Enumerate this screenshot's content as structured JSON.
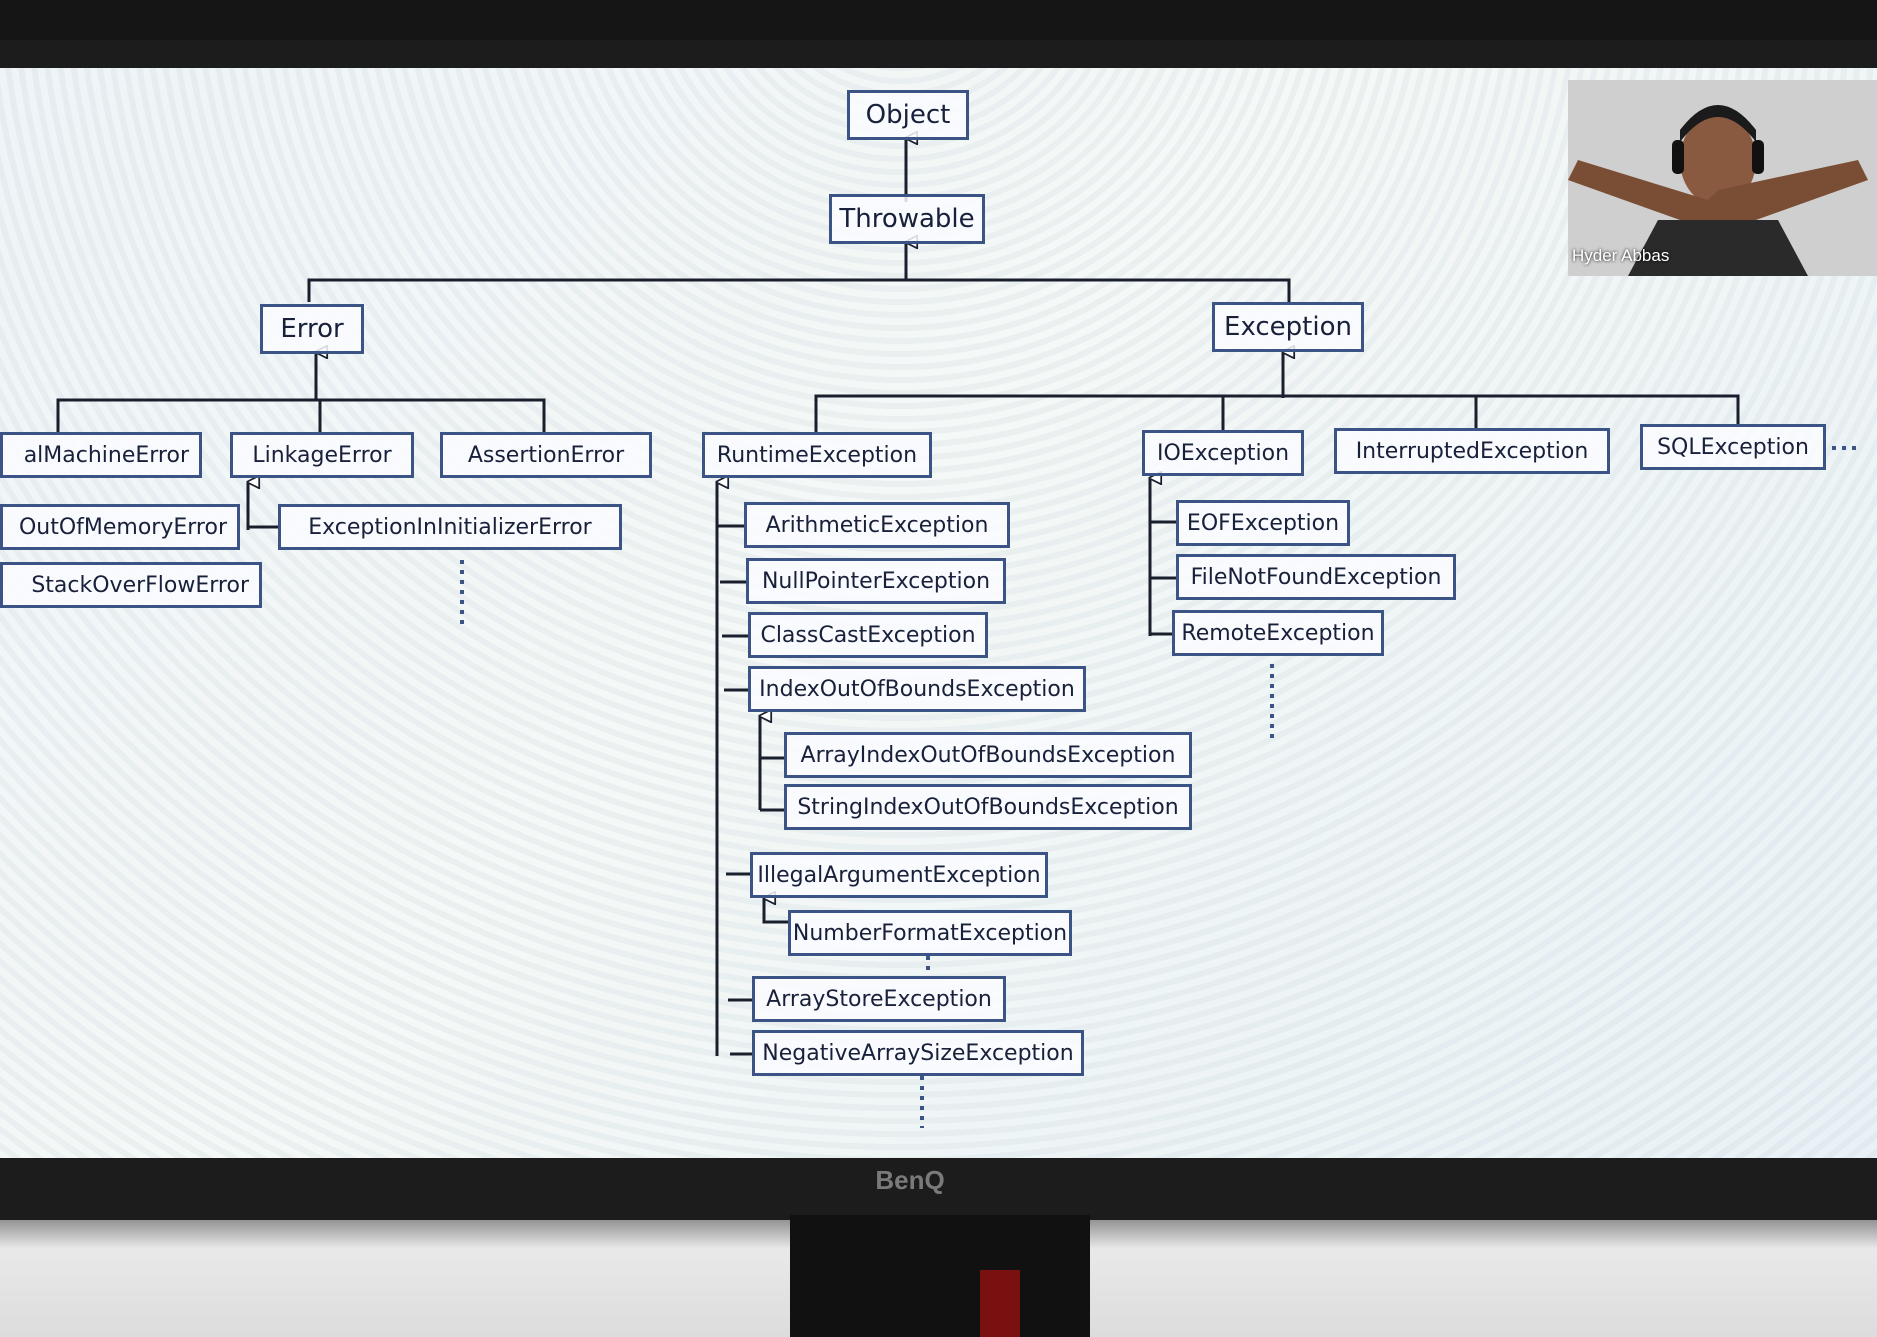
{
  "photo": {
    "monitor_brand": "BenQ",
    "webcam_name": "Hyder Abbas"
  },
  "diagram": {
    "root": "Object",
    "throwable": "Throwable",
    "error": {
      "label": "Error",
      "children": {
        "virtual_machine_error": "alMachineError",
        "linkage_error": "LinkageError",
        "assertion_error": "AssertionError",
        "out_of_memory_error": "OutOfMemoryError",
        "stack_overflow_error": "StackOverFlowError",
        "exception_in_initializer_error": "ExceptionInInitializerError"
      }
    },
    "exception": {
      "label": "Exception",
      "runtime": {
        "label": "RuntimeException",
        "arithmetic": "ArithmeticException",
        "null_pointer": "NullPointerException",
        "class_cast": "ClassCastException",
        "index_out_of_bounds": "IndexOutOfBoundsException",
        "array_index_out_of_bounds": "ArrayIndexOutOfBoundsException",
        "string_index_out_of_bounds": "StringIndexOutOfBoundsException",
        "illegal_argument": "IllegalArgumentException",
        "number_format": "NumberFormatException",
        "array_store": "ArrayStoreException",
        "negative_array_size": "NegativeArraySizeException"
      },
      "io": {
        "label": "IOException",
        "eof": "EOFException",
        "file_not_found": "FileNotFoundException",
        "remote": "RemoteException"
      },
      "interrupted": "InterruptedException",
      "sql": "SQLException"
    }
  },
  "colors": {
    "box_border": "#3c5385",
    "line": "#1a1f2e",
    "screen_bg": "#eef4f7"
  }
}
